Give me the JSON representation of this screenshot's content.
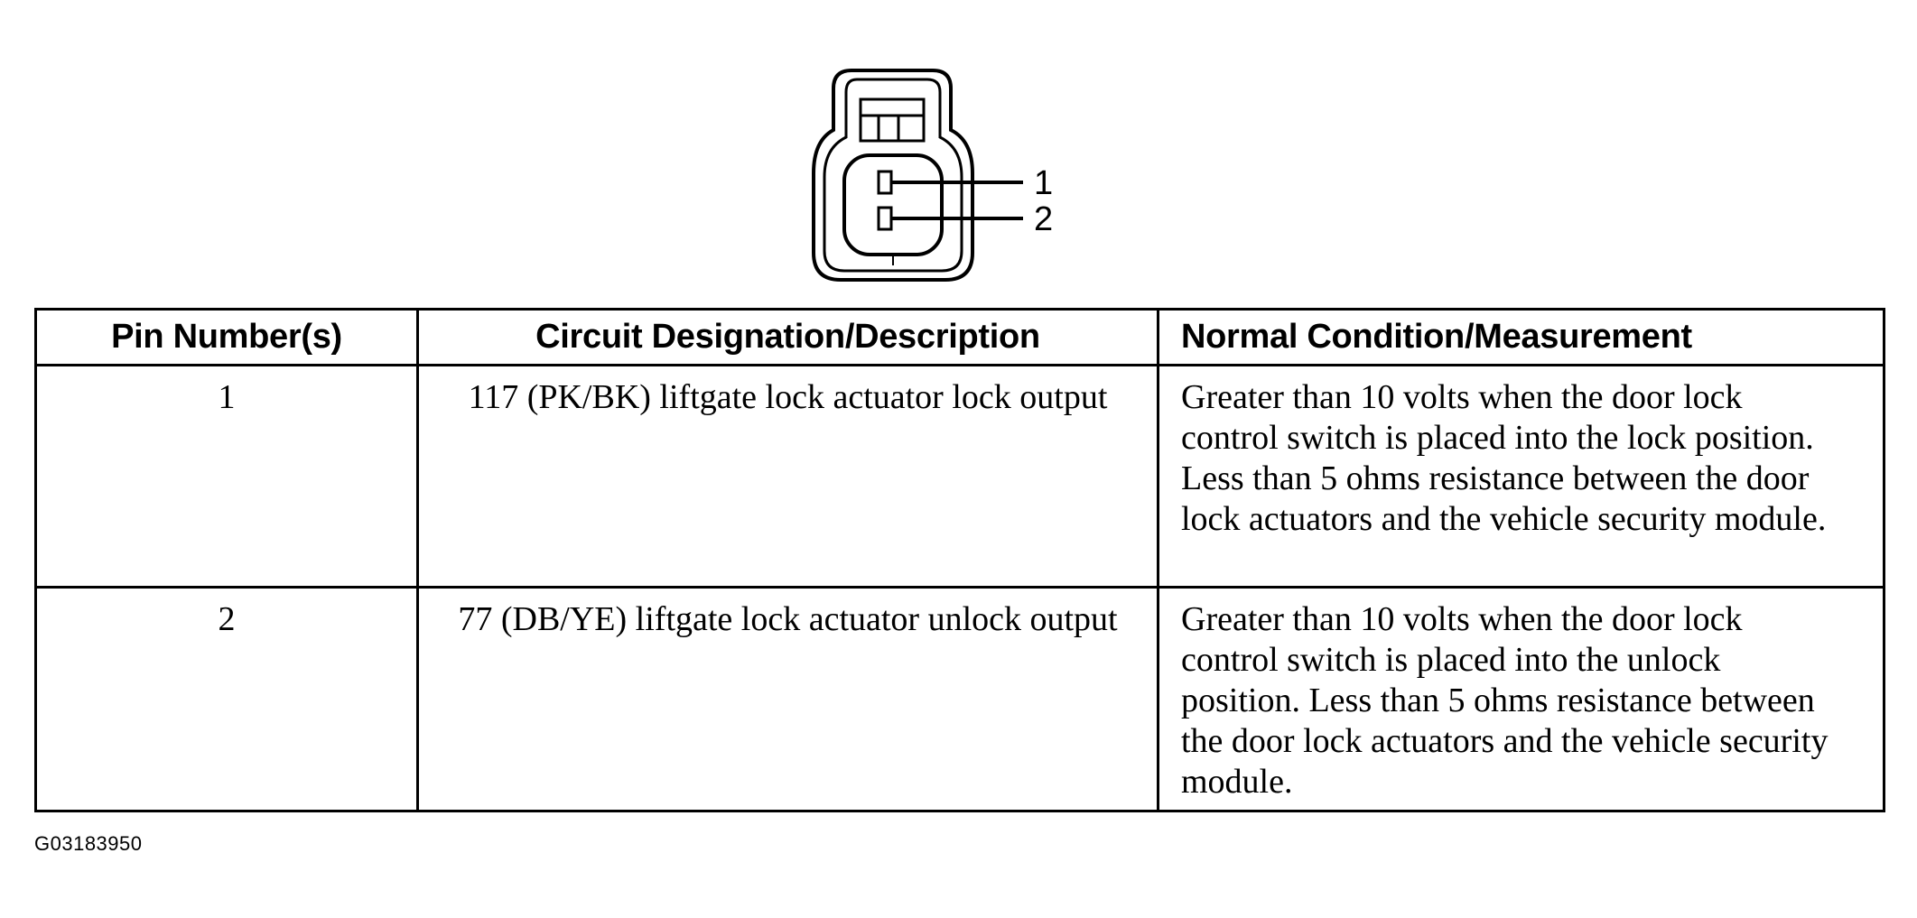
{
  "connector": {
    "pins": [
      "1",
      "2"
    ]
  },
  "table": {
    "headers": {
      "pin": "Pin Number(s)",
      "circuit": "Circuit Designation/Description",
      "normal": "Normal Condition/Measurement"
    },
    "rows": [
      {
        "pin": "1",
        "circuit": "117 (PK/BK) liftgate lock actuator lock output",
        "normal": "Greater than 10 volts when the door lock control switch is placed into the lock position. Less than 5 ohms resistance between the door lock actuators and the vehicle security module."
      },
      {
        "pin": "2",
        "circuit": "77 (DB/YE) liftgate lock actuator unlock output",
        "normal": "Greater than 10 volts when the door lock control switch is placed into the unlock position. Less than 5 ohms resistance between the door lock actuators and the vehicle security module."
      }
    ]
  },
  "figure_id": "G03183950"
}
